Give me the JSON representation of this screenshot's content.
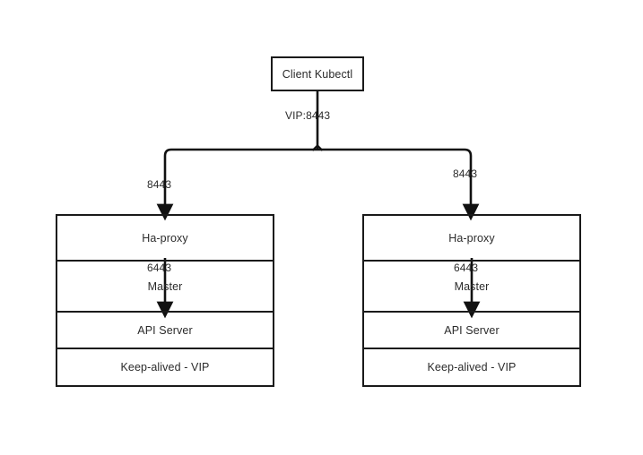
{
  "diagram": {
    "type": "architecture-flow",
    "client": {
      "label": "Client Kubectl"
    },
    "edges": {
      "vip_label": "VIP:8443",
      "left_branch_label": "8443",
      "right_branch_label": "8443",
      "left_internal_label": "6443",
      "right_internal_label": "6443"
    },
    "stacks": [
      {
        "name": "master-node-1",
        "rows": [
          {
            "label": "Ha-proxy"
          },
          {
            "label": "Master"
          },
          {
            "label": "API Server"
          },
          {
            "label": "Keep-alived - VIP"
          }
        ]
      },
      {
        "name": "master-node-2",
        "rows": [
          {
            "label": "Ha-proxy"
          },
          {
            "label": "Master"
          },
          {
            "label": "API Server"
          },
          {
            "label": "Keep-alived - VIP"
          }
        ]
      }
    ],
    "colors": {
      "stroke": "#1a1a1a",
      "text": "#2b2b2b",
      "background": "#ffffff"
    }
  }
}
